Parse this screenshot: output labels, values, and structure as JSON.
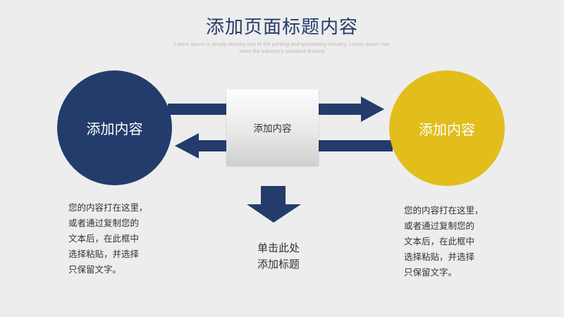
{
  "slide": {
    "title": "添加页面标题内容",
    "subtitle": "Lorem Ipsum is simply dummy text of the printing and typesetting industry. Lorem Ipsum has been the industry's standard dummy",
    "left_circle_label": "添加内容",
    "right_circle_label": "添加内容",
    "center_box_label": "添加内容",
    "left_text": "您的内容打在这里，\n或者通过复制您的\n文本后，在此框中\n选择粘贴，并选择\n只保留文字。",
    "right_text": "您的内容打在这里，\n或者通过复制您的\n文本后，在此框中\n选择粘贴，并选择\n只保留文字。",
    "click_title": "单击此处\n添加标题"
  },
  "colors": {
    "navy": "#233c6b",
    "gold": "#e2be1c",
    "background": "#ededed",
    "text": "#333333",
    "subtitle": "#b9b9b9"
  },
  "icons": {
    "arrow_right_top": "arrow-right-icon",
    "arrow_left": "arrow-left-icon",
    "arrow_right_bottom": "arrow-right-icon",
    "arrow_down": "arrow-down-icon"
  }
}
